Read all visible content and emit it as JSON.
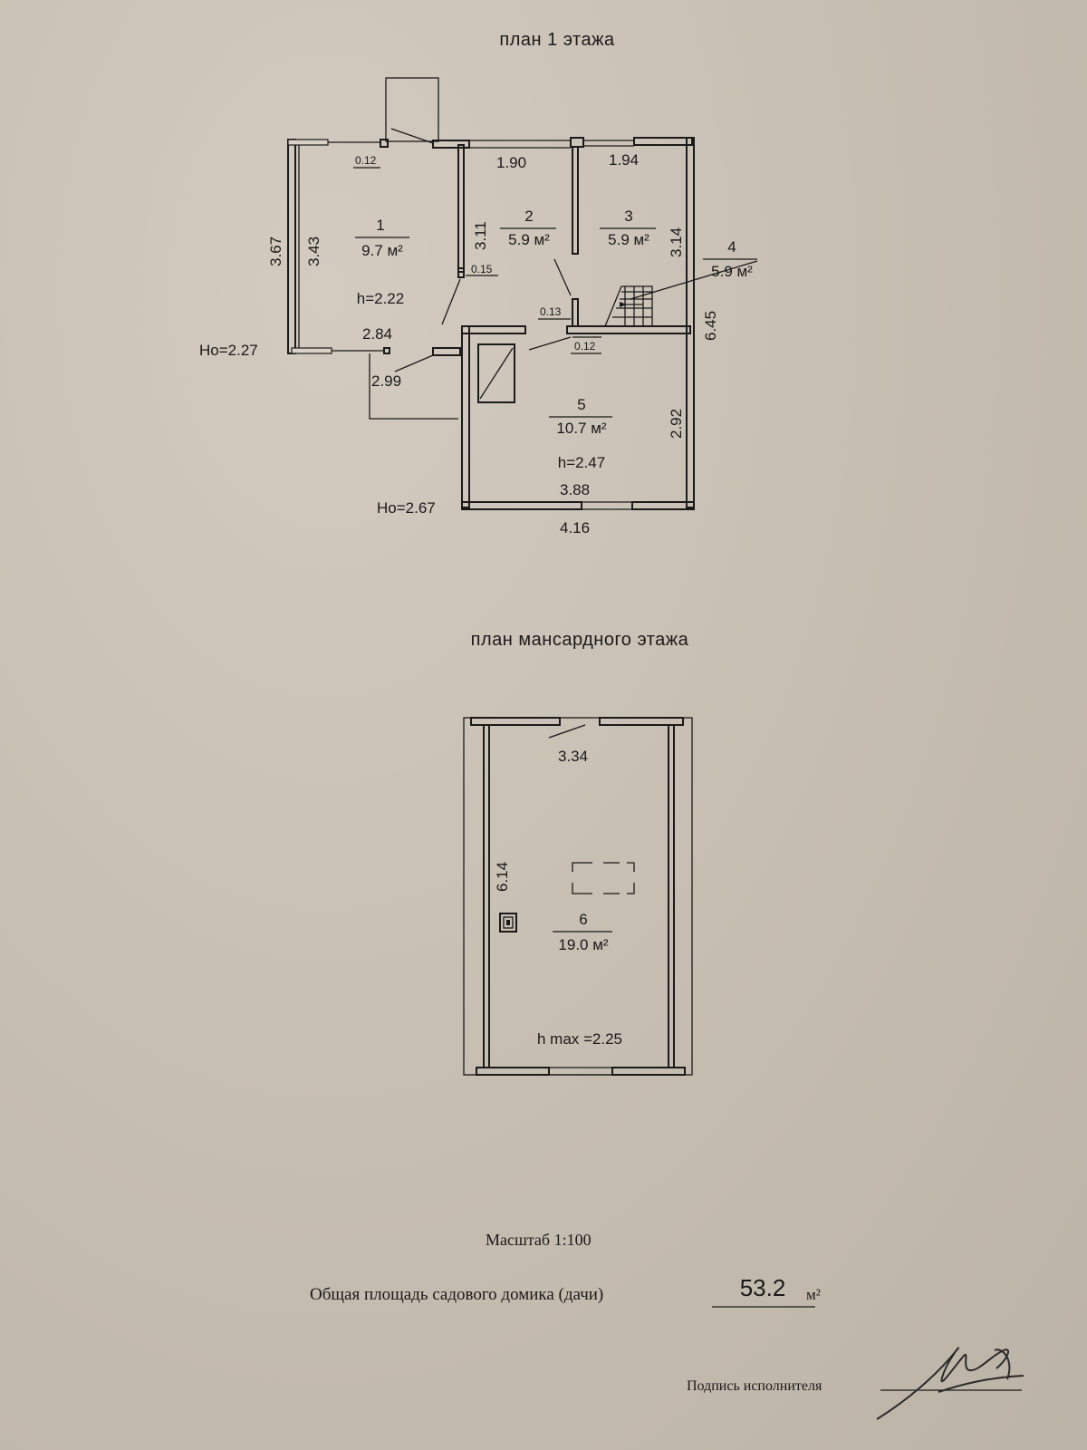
{
  "plan1": {
    "title": "план  1  этажа",
    "dims": {
      "d012_top": "0.12",
      "d190": "1.90",
      "d194": "1.94",
      "d367": "3.67",
      "d343": "3.43",
      "d311": "3.11",
      "d015": "0.15",
      "d314": "3.14",
      "d013": "0.13",
      "d645": "6.45",
      "d012_mid": "0.12",
      "d284": "2.84",
      "d299": "2.99",
      "d292": "2.92",
      "d388": "3.88",
      "d416": "4.16"
    },
    "rooms": [
      {
        "num": "1",
        "area": "9.7 м²",
        "height": "h=2.22"
      },
      {
        "num": "2",
        "area": "5.9 м²"
      },
      {
        "num": "3",
        "area": "5.9 м²"
      },
      {
        "num": "4",
        "area": "5.9 м²"
      },
      {
        "num": "5",
        "area": "10.7 м²",
        "height": "h=2.47"
      }
    ],
    "levels": {
      "ho1": "Ho=2.27",
      "ho2": "Ho=2.67"
    }
  },
  "plan2": {
    "title": "план  мансардного  этажа",
    "dims": {
      "d334": "3.34",
      "d614": "6.14"
    },
    "room": {
      "num": "6",
      "area": "19.0 м²",
      "height": "h max =2.25"
    }
  },
  "footer": {
    "scale": "Масштаб 1:100",
    "total_label": "Общая площадь садового домика (дачи)",
    "total_value": "53.2",
    "total_unit": "м²",
    "signature_label": "Подпись исполнителя"
  }
}
